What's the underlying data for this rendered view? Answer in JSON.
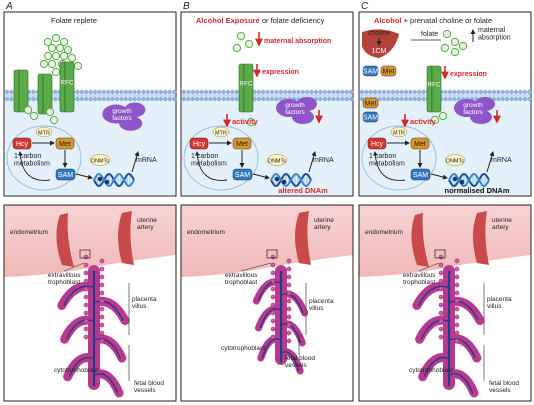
{
  "panels": [
    {
      "letter": "A",
      "header": {
        "plain": "Folate replete"
      },
      "molecules": {
        "rfc": "RFC",
        "mtr": "MTR",
        "hcy": "Hcy",
        "met": "Met",
        "sam": "SAM",
        "dnmts": "DNMTs"
      },
      "growth_factors": "growth\nfactors",
      "one_carbon": "1 carbon\nmetabolism",
      "mrna": "mRNA",
      "tissue": {
        "endometrium": "endometrium",
        "uterine_artery": "uterine\nartery",
        "extravillous": "extravillous\ntrophoblast",
        "placenta_villus": "placenta\nvillus",
        "cytotrophoblast": "cytotrophoblast",
        "fetal_vessels": "fetal blood\nvessels"
      }
    },
    {
      "letter": "B",
      "header": {
        "red": "Alcohol Exposure",
        "plain": " or folate deficiency"
      },
      "maternal_absorption": "maternal absorption",
      "expression": "expression",
      "activity": "activity",
      "molecules": {
        "rfc": "RFC",
        "mtr": "MTR",
        "hcy": "Hcy",
        "met": "Met",
        "sam": "SAM",
        "dnmts": "DNMTs"
      },
      "growth_factors": "growth\nfactors",
      "one_carbon": "1 carbon\nmetabolism",
      "mrna": "mRNA",
      "dnam_label": "altered DNAm",
      "tissue": {
        "endometrium": "endometrium",
        "uterine_artery": "uterine\nartery",
        "extravillous": "extravillous\ntrophoblast",
        "placenta_villus": "placenta\nvillus",
        "cytotrophoblast": "cytotrophoblast",
        "fetal_vessels": "fetal blood\nvessels"
      }
    },
    {
      "letter": "C",
      "header": {
        "red": "Alcohol",
        "plain": " + prenatal choline or folate"
      },
      "choline": "choline",
      "onecm": "1CM",
      "folate": "folate",
      "maternal_absorption": "maternal\nabsorption",
      "expression": "expression",
      "activity": "activity",
      "molecules": {
        "rfc": "RFC",
        "mtr": "MTR",
        "hcy": "Hcy",
        "met": "Met",
        "sam": "SAM",
        "dnmts": "DNMTs"
      },
      "growth_factors": "growth\nfactors",
      "one_carbon": "1 carbon\nmetabolism",
      "mrna": "mRNA",
      "dnam_label": "normalised DNAm",
      "tissue": {
        "endometrium": "endometrium",
        "uterine_artery": "uterine\nartery",
        "extravillous": "extravillous\ntrophoblast",
        "placenta_villus": "placenta\nvillus",
        "cytotrophoblast": "cytotrophoblast",
        "fetal_vessels": "fetal blood\nvessels"
      }
    }
  ],
  "colors": {
    "red": "#d42a2a",
    "membrane": "#8fb4dd",
    "cell_bg": "#e4f1fa",
    "green": "#5aab4a",
    "purple": "#8e55c7",
    "hcy": "#d9342f",
    "met": "#d9962a",
    "sam": "#2f78c2",
    "endometrium": "#f6c9c9",
    "villus": "#b93a8d",
    "artery": "#c94a4a"
  }
}
